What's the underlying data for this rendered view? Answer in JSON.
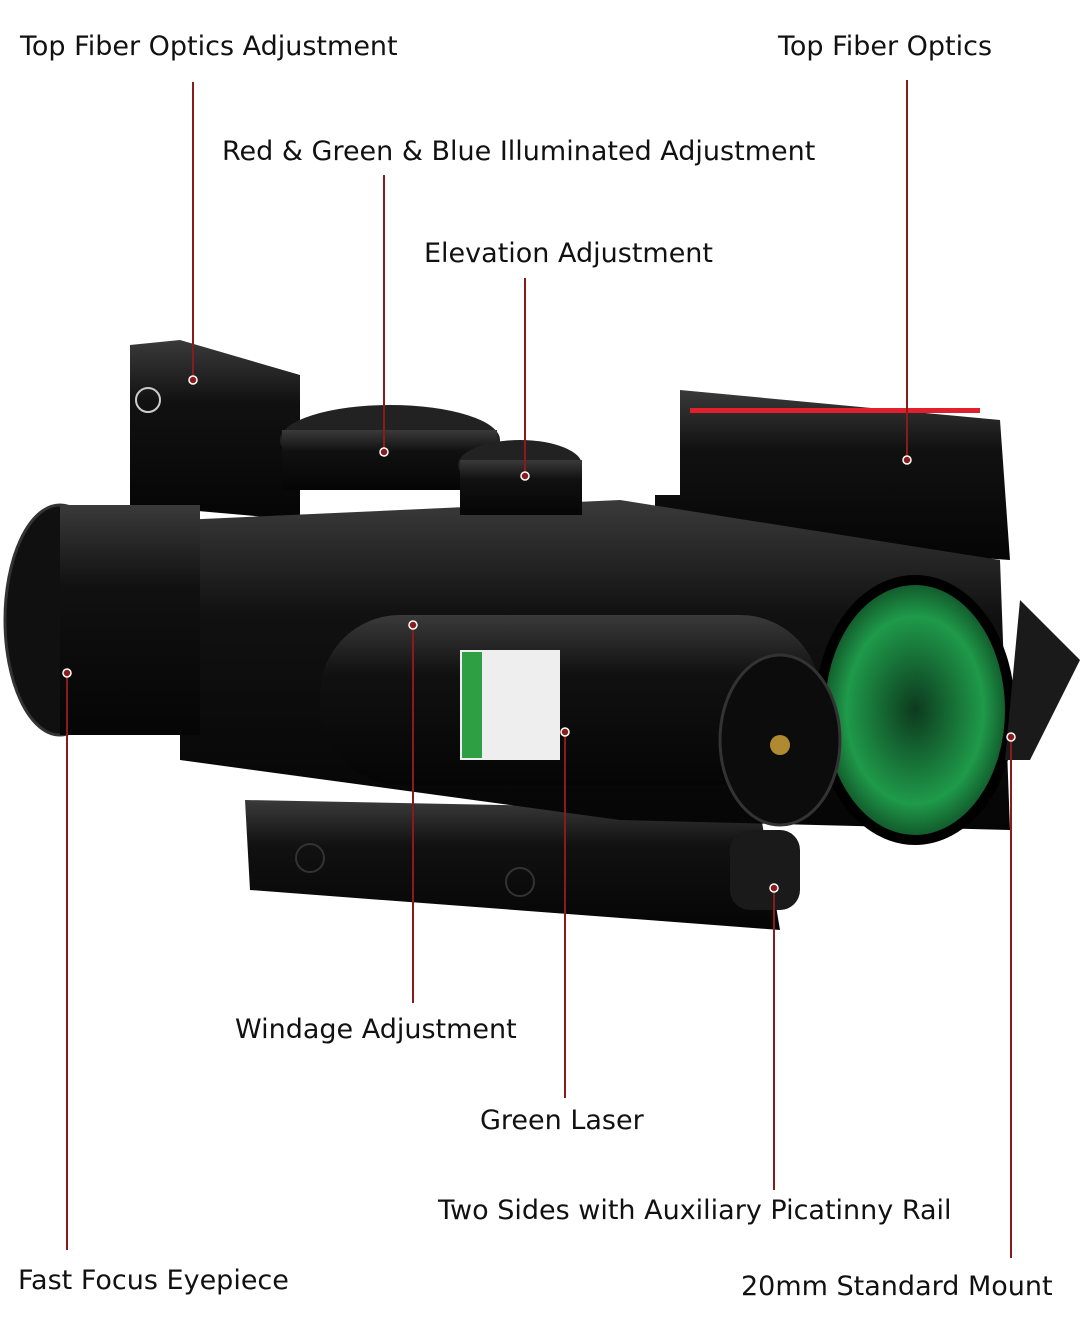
{
  "colors": {
    "leader_line": "#8b1a1a",
    "scope_body": "#141414",
    "lens_green": "#1f9a4a",
    "fiber_red": "#e0202a"
  },
  "callouts": [
    {
      "id": "top-fiber-optics-adjustment",
      "text": "Top Fiber Optics Adjustment"
    },
    {
      "id": "top-fiber-optics",
      "text": "Top Fiber Optics"
    },
    {
      "id": "illuminated-adjustment",
      "text": "Red & Green & Blue Illuminated Adjustment"
    },
    {
      "id": "elevation-adjustment",
      "text": "Elevation Adjustment"
    },
    {
      "id": "windage-adjustment",
      "text": "Windage Adjustment"
    },
    {
      "id": "green-laser",
      "text": "Green Laser"
    },
    {
      "id": "picatinny-rail",
      "text": "Two Sides with Auxiliary Picatinny Rail"
    },
    {
      "id": "fast-focus-eyepiece",
      "text": "Fast Focus Eyepiece"
    },
    {
      "id": "standard-mount",
      "text": "20mm Standard Mount"
    }
  ]
}
